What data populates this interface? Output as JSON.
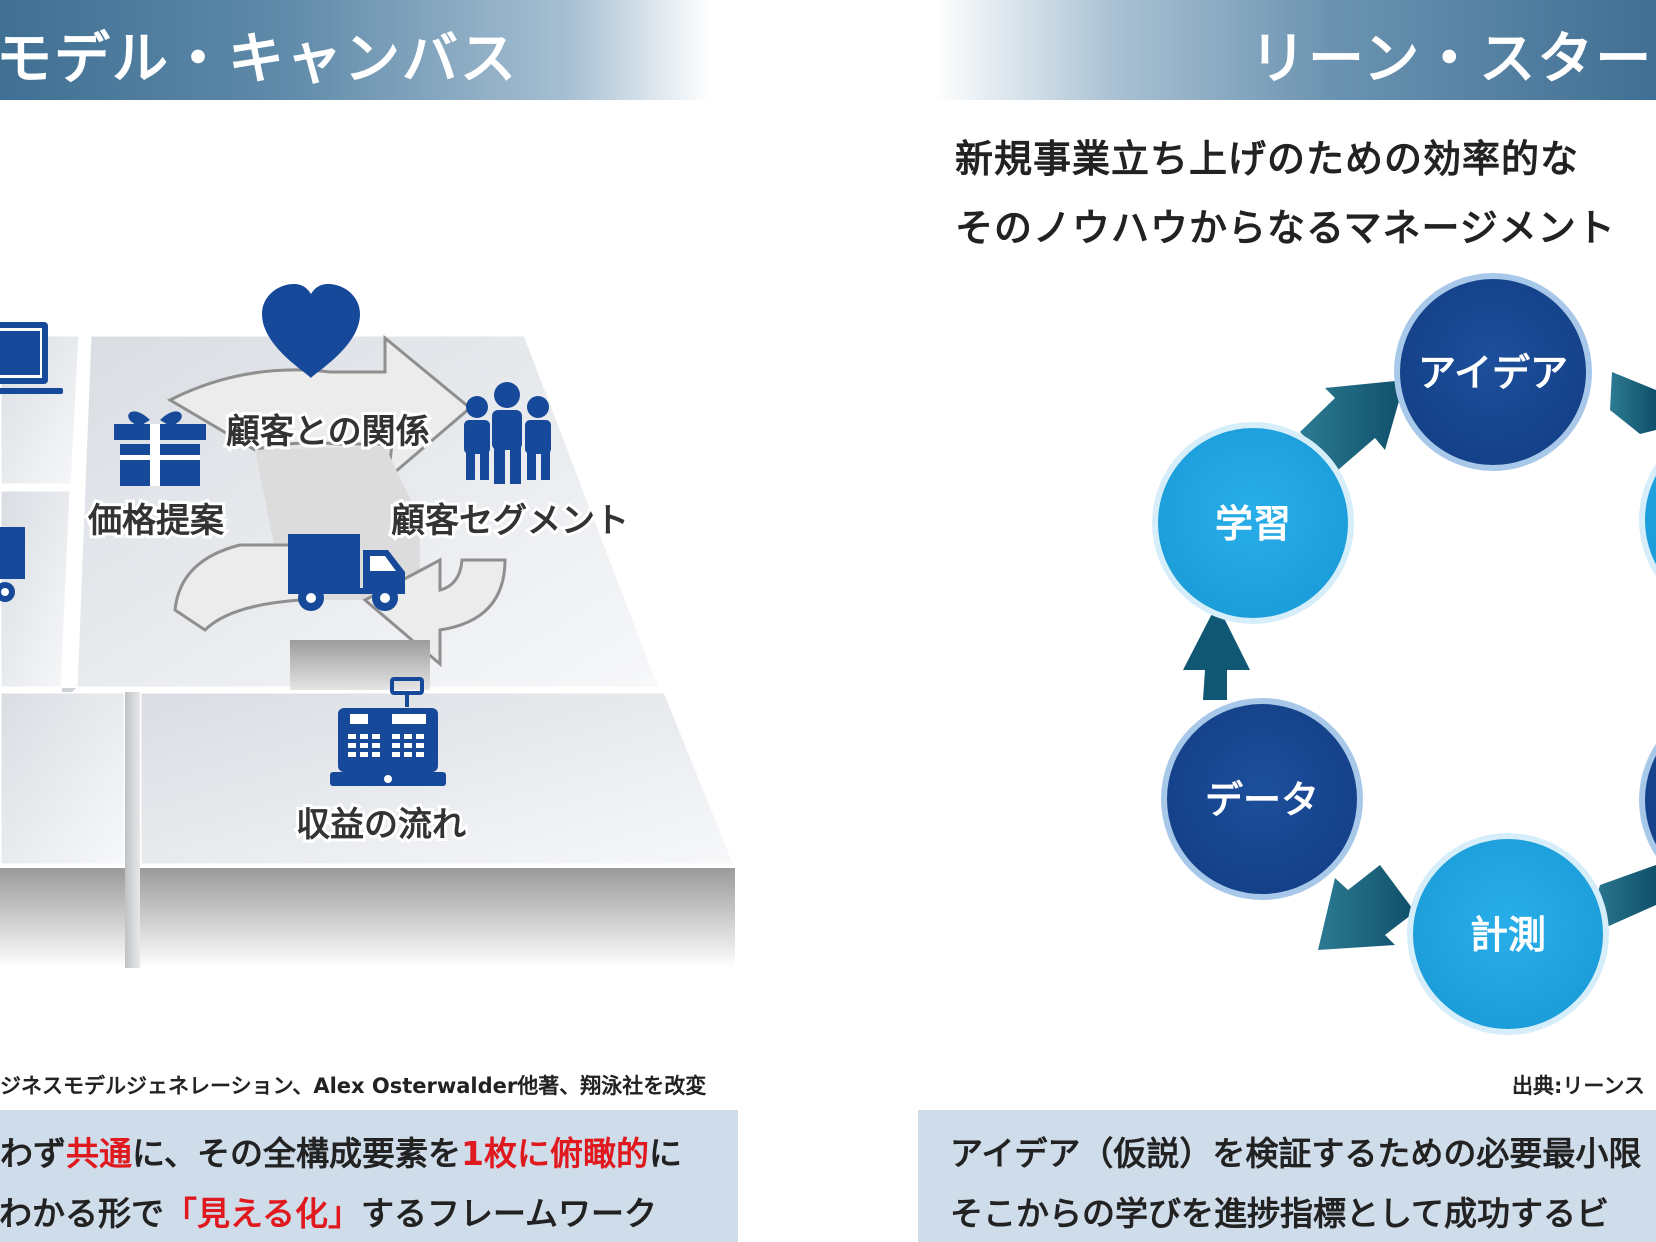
{
  "left": {
    "title": "モデル・キャンバス",
    "labels": {
      "relationship": "顧客との関係",
      "value": "価格提案",
      "segment": "顧客セグメント",
      "revenue": "収益の流れ"
    },
    "source": "ジネスモデルジェネレーション、Alex Osterwalder他著、翔泳社を改変",
    "summary": {
      "line1": [
        "わず",
        "共通",
        "に、その全構成要素を",
        "1枚に俯瞰的",
        "に"
      ],
      "line2": [
        "がわかる形で",
        "「見える化」",
        "するフレームワーク"
      ]
    }
  },
  "right": {
    "title": "リーン・スタート",
    "desc": [
      "新規事業立ち上げのための効率的な",
      "そのノウハウからなるマネージメント"
    ],
    "cycle": [
      "アイデア",
      "学習",
      "データ",
      "計測"
    ],
    "source": "出典:リーンス",
    "summary": [
      "アイデア（仮説）を検証するための必要最小限",
      "そこからの学びを進捗指標として成功するビ"
    ]
  },
  "colors": {
    "header": "#3f6f93",
    "dark_node": "#1b4b93",
    "light_node": "#1fa0df",
    "icon": "#17499a",
    "arrow": "#0f5773",
    "highlight": "#e0191f",
    "summary_bg": "#cfdcea"
  }
}
